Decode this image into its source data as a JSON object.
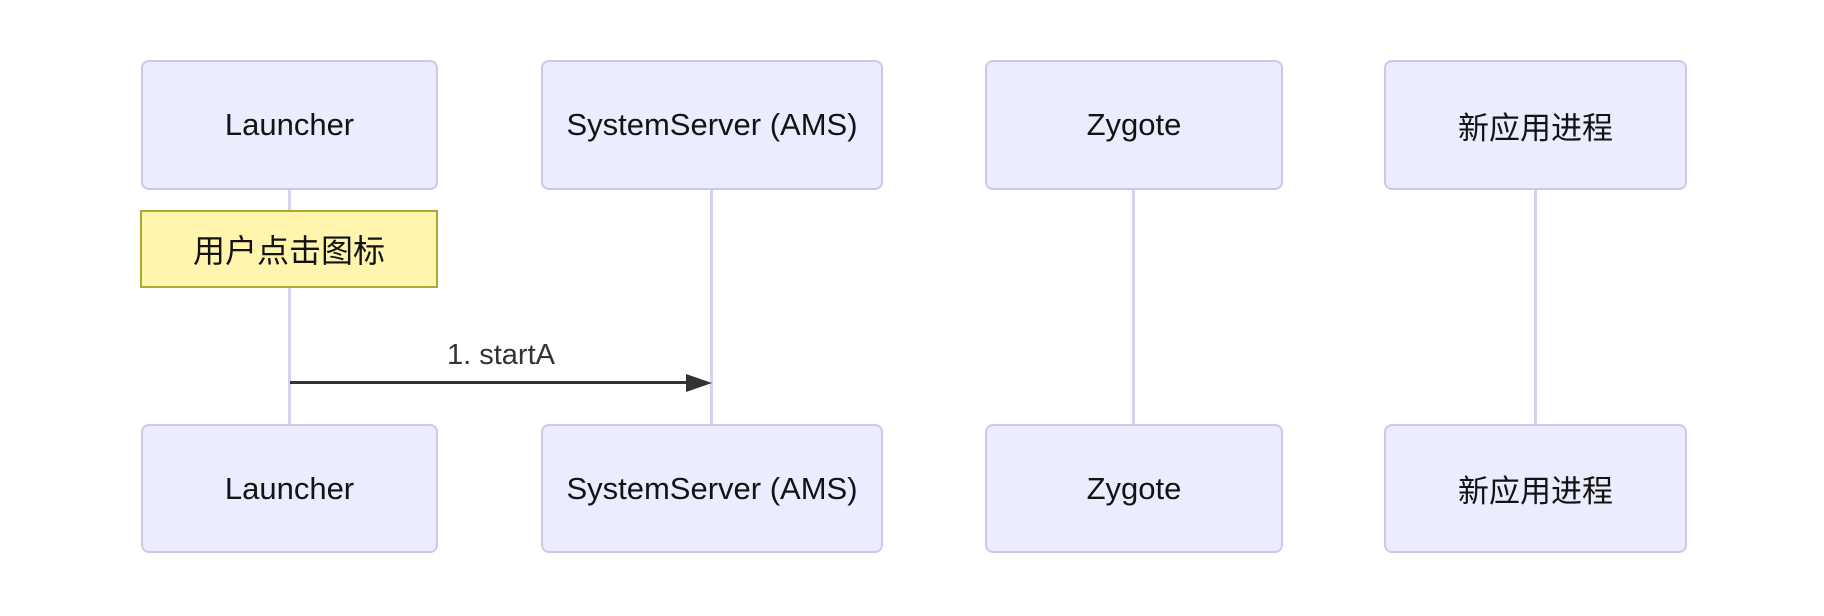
{
  "diagram": {
    "type": "sequence-diagram",
    "participants": [
      {
        "id": "launcher",
        "label": "Launcher"
      },
      {
        "id": "systemserver-ams",
        "label": "SystemServer (AMS)"
      },
      {
        "id": "zygote",
        "label": "Zygote"
      },
      {
        "id": "new-app-process",
        "label": "新应用进程"
      }
    ],
    "note": {
      "text": "用户点击图标",
      "over": "Launcher"
    },
    "messages": [
      {
        "label": "1. startA",
        "from": "Launcher",
        "to": "SystemServer (AMS)",
        "line_style": "solid",
        "arrowhead": "filled"
      }
    ]
  },
  "colors": {
    "background": "#ffffff",
    "actor_fill": "#ECECFF",
    "actor_border": "#CFC6EC",
    "lifeline": "#D9D0F0",
    "note_fill": "#FFF5AD",
    "note_border": "#AAAA33",
    "message_line": "#333333",
    "text": "#131313"
  }
}
